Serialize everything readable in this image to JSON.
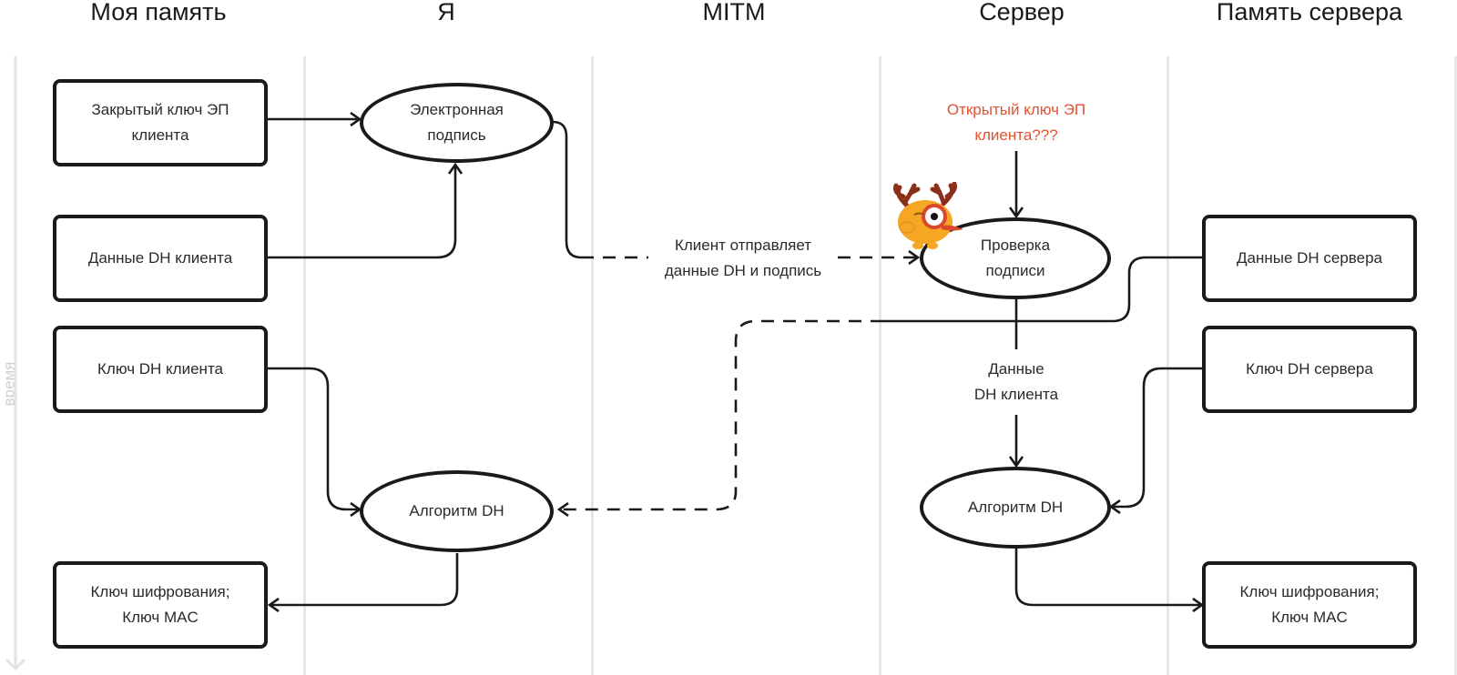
{
  "lanes": [
    {
      "title": "Моя память"
    },
    {
      "title": "Я"
    },
    {
      "title": "MITM"
    },
    {
      "title": "Сервер"
    },
    {
      "title": "Память сервера"
    }
  ],
  "time_axis": {
    "label": "время"
  },
  "nodes": {
    "client_private_key": {
      "line1": "Закрытый ключ ЭП",
      "line2": "клиента"
    },
    "client_dh_data": {
      "text": "Данные DH клиента"
    },
    "client_dh_key": {
      "text": "Ключ DH клиента"
    },
    "client_result": {
      "line1": "Ключ шифрования;",
      "line2": "Ключ MAC"
    },
    "signature": {
      "line1": "Электронная",
      "line2": "подпись"
    },
    "client_dh_algorithm": {
      "text": "Алгоритм DH"
    },
    "verify_signature": {
      "line1": "Проверка",
      "line2": "подписи"
    },
    "server_dh_algorithm": {
      "text": "Алгоритм DH"
    },
    "server_dh_data": {
      "text": "Данные DH сервера"
    },
    "server_dh_key": {
      "text": "Ключ DH сервера"
    },
    "server_result": {
      "line1": "Ключ шифрования;",
      "line2": "Ключ MAC"
    }
  },
  "labels": {
    "client_sends": {
      "line1": "Клиент отправляет",
      "line2": "данные DH и подпись"
    },
    "client_dh_data_flow": {
      "line1": "Данные",
      "line2": "DH клиента"
    },
    "public_key_question": {
      "line1": "Открытый ключ ЭП",
      "line2": "клиента???"
    }
  },
  "colors": {
    "stroke": "#1a1a1a",
    "lane_divider": "#e6e6e6",
    "warning_text": "#e2522f",
    "mascot_body": "#f5a623",
    "mascot_antlers": "#8b2e1a"
  },
  "icons": {
    "mascot": "moose-with-magnifier-icon",
    "time_arrow": "arrow-down-icon"
  }
}
